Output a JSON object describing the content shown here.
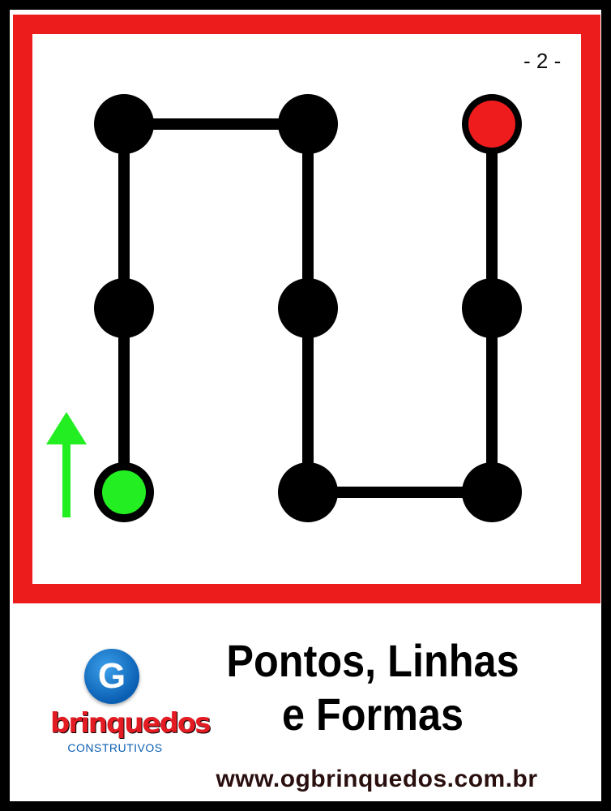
{
  "card": {
    "page_number": "- 2 -",
    "title_line1": "Pontos, Linhas",
    "title_line2": "e Formas",
    "website": "www.ogbrinquedos.com.br"
  },
  "logo": {
    "mark": "G",
    "word": "brinquedos",
    "subtitle": "CONSTRUTIVOS"
  },
  "puzzle": {
    "icons": [
      "up-arrow-icon"
    ],
    "colors": {
      "frame": "#ec1c1c",
      "dot": "#000000",
      "start": "#22ee22",
      "end": "#ee1c1c",
      "arrow": "#22ee22"
    },
    "grid": {
      "columns": 3,
      "rows": 3
    },
    "start_dot": {
      "col": 0,
      "row": 2
    },
    "end_dot": {
      "col": 2,
      "row": 0
    },
    "path": [
      {
        "col": 0,
        "row": 2
      },
      {
        "col": 0,
        "row": 1
      },
      {
        "col": 0,
        "row": 0
      },
      {
        "col": 1,
        "row": 0
      },
      {
        "col": 1,
        "row": 1
      },
      {
        "col": 1,
        "row": 2
      },
      {
        "col": 2,
        "row": 2
      },
      {
        "col": 2,
        "row": 1
      },
      {
        "col": 2,
        "row": 0
      }
    ]
  }
}
